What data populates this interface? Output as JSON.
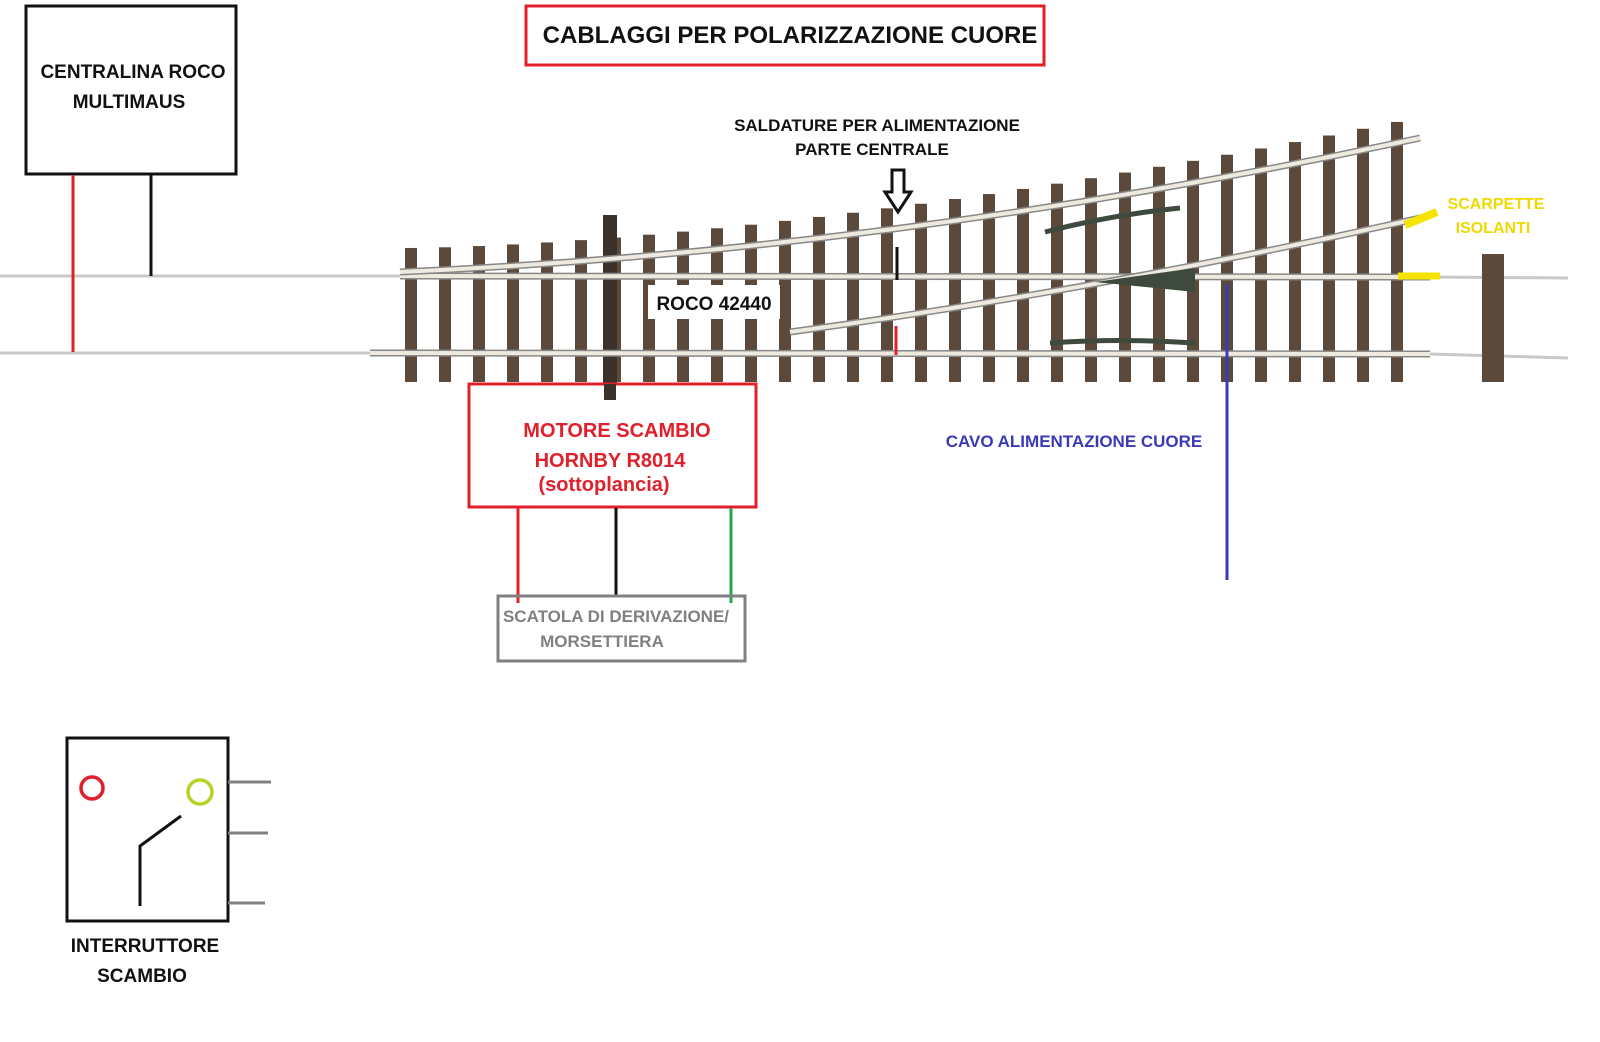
{
  "title": "CABLAGGI PER POLARIZZAZIONE CUORE",
  "centralina": {
    "line1": "CENTRALINA ROCO",
    "line2": "MULTIMAUS"
  },
  "track_label": "ROCO 42440",
  "saldature": {
    "line1": "SALDATURE PER ALIMENTAZIONE",
    "line2": "PARTE CENTRALE"
  },
  "scarpette": {
    "line1": "SCARPETTE",
    "line2": "ISOLANTI"
  },
  "motore": {
    "line1": "MOTORE SCAMBIO",
    "line2": "HORNBY R8014",
    "line3": "(sottoplancia)"
  },
  "scatola": {
    "line1": "SCATOLA DI DERIVAZIONE/",
    "line2": "MORSETTIERA"
  },
  "cavo_cuore": "CAVO ALIMENTAZIONE CUORE",
  "interruttore": {
    "line1": "INTERRUTTORE",
    "line2": "SCAMBIO"
  },
  "colors": {
    "red": "#e0212b",
    "black": "#111111",
    "green": "#22a84a",
    "blue": "#3a3ab8",
    "yellow": "#f5e400",
    "grey": "#808080",
    "tie": "#5b4a3b",
    "lime": "#b5d325"
  }
}
